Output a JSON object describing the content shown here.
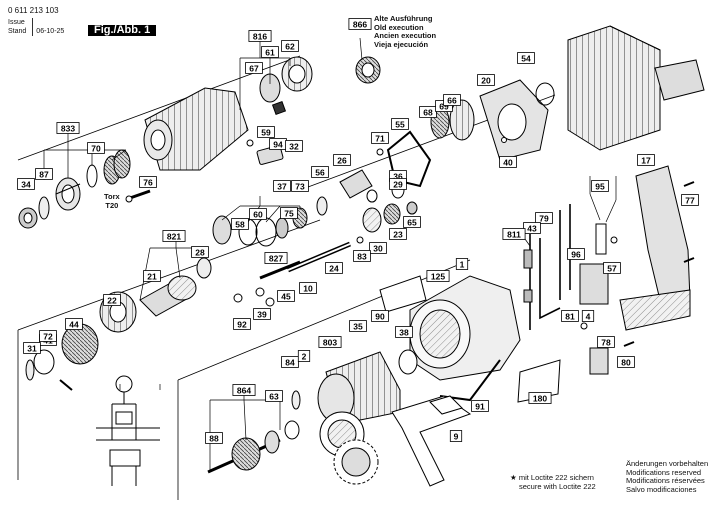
{
  "header": {
    "part_number": "0 611 213 103",
    "issue_label": "Issue",
    "stand_label": "Stand",
    "date": "06-10-25",
    "figure": "Fig./Abb. 1"
  },
  "note_866": [
    "Alte Ausführung",
    "Old execution",
    "Ancien execution",
    "Vieja ejecución"
  ],
  "loctite_note": [
    "mit Loctite 222 sichern",
    "secure with Loctite 222"
  ],
  "modifications": [
    "Änderungen vorbehalten",
    "Modifications reserved",
    "Modifications réservées",
    "Salvo modificaciones"
  ],
  "torx": {
    "label": "Torx",
    "size": "T20"
  },
  "star": "★",
  "callouts": [
    "816",
    "61",
    "62",
    "67",
    "866",
    "54",
    "20",
    "68",
    "69",
    "66",
    "833",
    "70",
    "87",
    "34",
    "59",
    "94",
    "32",
    "71",
    "55",
    "40",
    "76",
    "26",
    "56",
    "36",
    "37",
    "73",
    "29",
    "23",
    "30",
    "65",
    "60",
    "58",
    "75",
    "79",
    "43",
    "95",
    "17",
    "77",
    "811",
    "821",
    "28",
    "21",
    "827",
    "24",
    "83",
    "125",
    "1",
    "96",
    "57",
    "81",
    "4",
    "22",
    "44",
    "41",
    "39",
    "45",
    "10",
    "90",
    "35",
    "38",
    "72",
    "31",
    "92",
    "78",
    "80",
    "84",
    "2",
    "803",
    "864",
    "63",
    "88",
    "9",
    "180",
    "91"
  ]
}
